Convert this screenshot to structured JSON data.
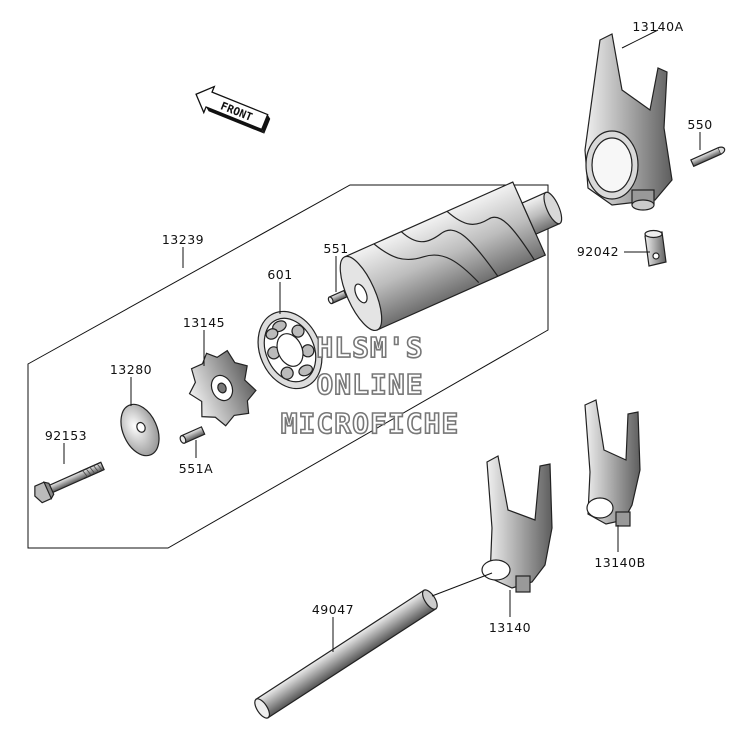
{
  "diagram": {
    "part_labels": {
      "p13140A": "13140A",
      "p550": "550",
      "p92042": "92042",
      "p13239": "13239",
      "p601": "601",
      "p551": "551",
      "p13145": "13145",
      "p13280": "13280",
      "p92153": "92153",
      "p551A": "551A",
      "p13140B": "13140B",
      "p13140": "13140",
      "p49047": "49047"
    },
    "front_arrow": "FRONT",
    "watermark": [
      "HLSM'S",
      "ONLINE",
      "MICROFICHE"
    ]
  }
}
